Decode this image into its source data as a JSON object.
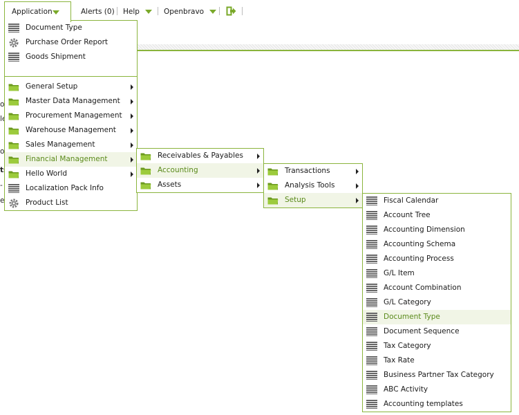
{
  "topbar": {
    "application": "Application",
    "alerts": "Alerts (0)",
    "help": "Help",
    "user": "Openbravo"
  },
  "background_fragments": [
    "o",
    "le",
    "oi",
    "ts",
    "-",
    "er"
  ],
  "menu1": {
    "top": [
      {
        "label": "Document Type",
        "icon": "list-icon"
      },
      {
        "label": "Purchase Order Report",
        "icon": "gear-icon"
      },
      {
        "label": "Goods Shipment",
        "icon": "list-icon"
      }
    ],
    "folders": [
      {
        "label": "General Setup"
      },
      {
        "label": "Master Data Management"
      },
      {
        "label": "Procurement Management"
      },
      {
        "label": "Warehouse Management"
      },
      {
        "label": "Sales Management"
      },
      {
        "label": "Financial Management"
      },
      {
        "label": "Hello World"
      }
    ],
    "bottom": [
      {
        "label": "Localization Pack Info",
        "icon": "list-icon"
      },
      {
        "label": "Product List",
        "icon": "gear-icon"
      }
    ]
  },
  "menu2": [
    {
      "label": "Receivables & Payables"
    },
    {
      "label": "Accounting"
    },
    {
      "label": "Assets"
    }
  ],
  "menu3": [
    {
      "label": "Transactions"
    },
    {
      "label": "Analysis Tools"
    },
    {
      "label": "Setup"
    }
  ],
  "menu4": [
    {
      "label": "Fiscal Calendar"
    },
    {
      "label": "Account Tree"
    },
    {
      "label": "Accounting Dimension"
    },
    {
      "label": "Accounting Schema"
    },
    {
      "label": "Accounting Process"
    },
    {
      "label": "G/L Item"
    },
    {
      "label": "Account Combination"
    },
    {
      "label": "G/L Category"
    },
    {
      "label": "Document Type"
    },
    {
      "label": "Document Sequence"
    },
    {
      "label": "Tax Category"
    },
    {
      "label": "Tax Rate"
    },
    {
      "label": "Business Partner Tax Category"
    },
    {
      "label": "ABC Activity"
    },
    {
      "label": "Accounting templates"
    }
  ],
  "colors": {
    "accent": "#8ab43c",
    "active_text": "#5a8a1a"
  }
}
